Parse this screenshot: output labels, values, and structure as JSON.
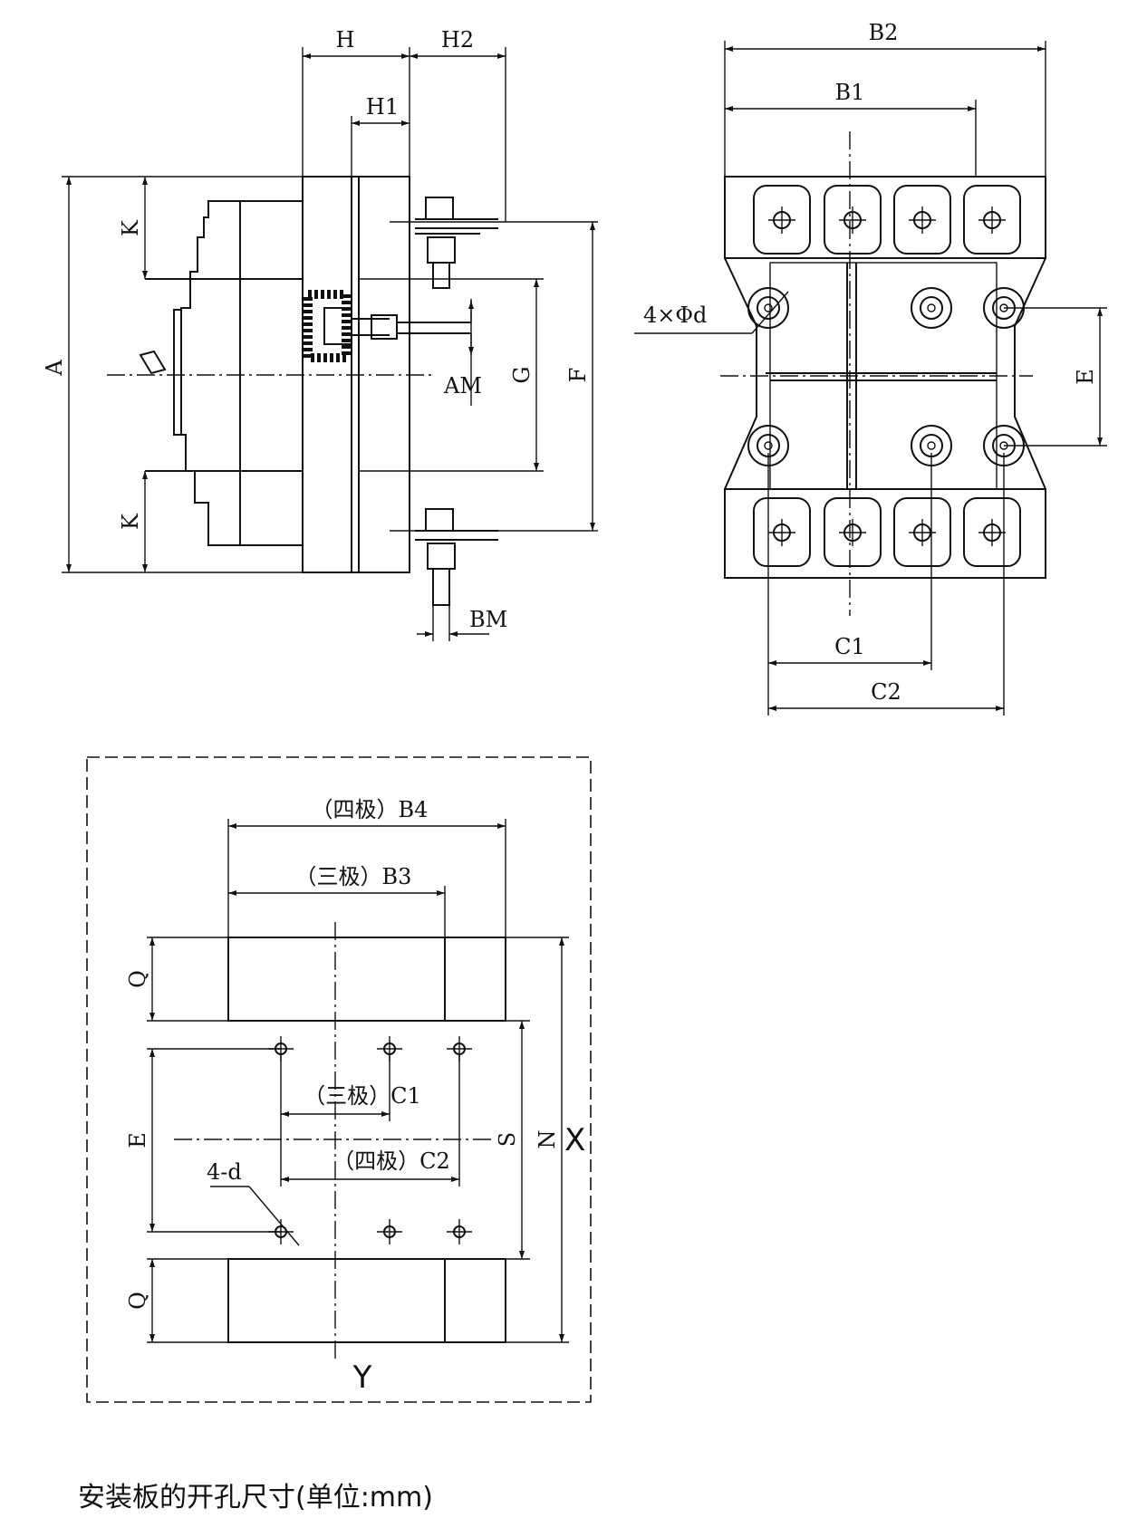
{
  "side_view": {
    "dims": {
      "H": "H",
      "H2": "H2",
      "H1": "H1",
      "A": "A",
      "K_top": "K",
      "K_bottom": "K",
      "G": "G",
      "F": "F",
      "AM": "AM",
      "BM": "BM"
    }
  },
  "front_view": {
    "dims": {
      "B2": "B2",
      "B1": "B1",
      "E": "E",
      "C1": "C1",
      "C2": "C2"
    },
    "hole_callout": "4×Φd"
  },
  "panel_cutout": {
    "dims": {
      "B4": "（四极）B4",
      "B3": "（三极）B3",
      "Q_top": "Q",
      "Q_bottom": "Q",
      "E": "E",
      "C1": "（三极）C1",
      "C2": "（四极）C2",
      "S": "S",
      "N": "N",
      "X": "X",
      "Y": "Y"
    },
    "hole_callout": "4-d"
  },
  "caption": "安装板的开孔尺寸(单位:mm)"
}
